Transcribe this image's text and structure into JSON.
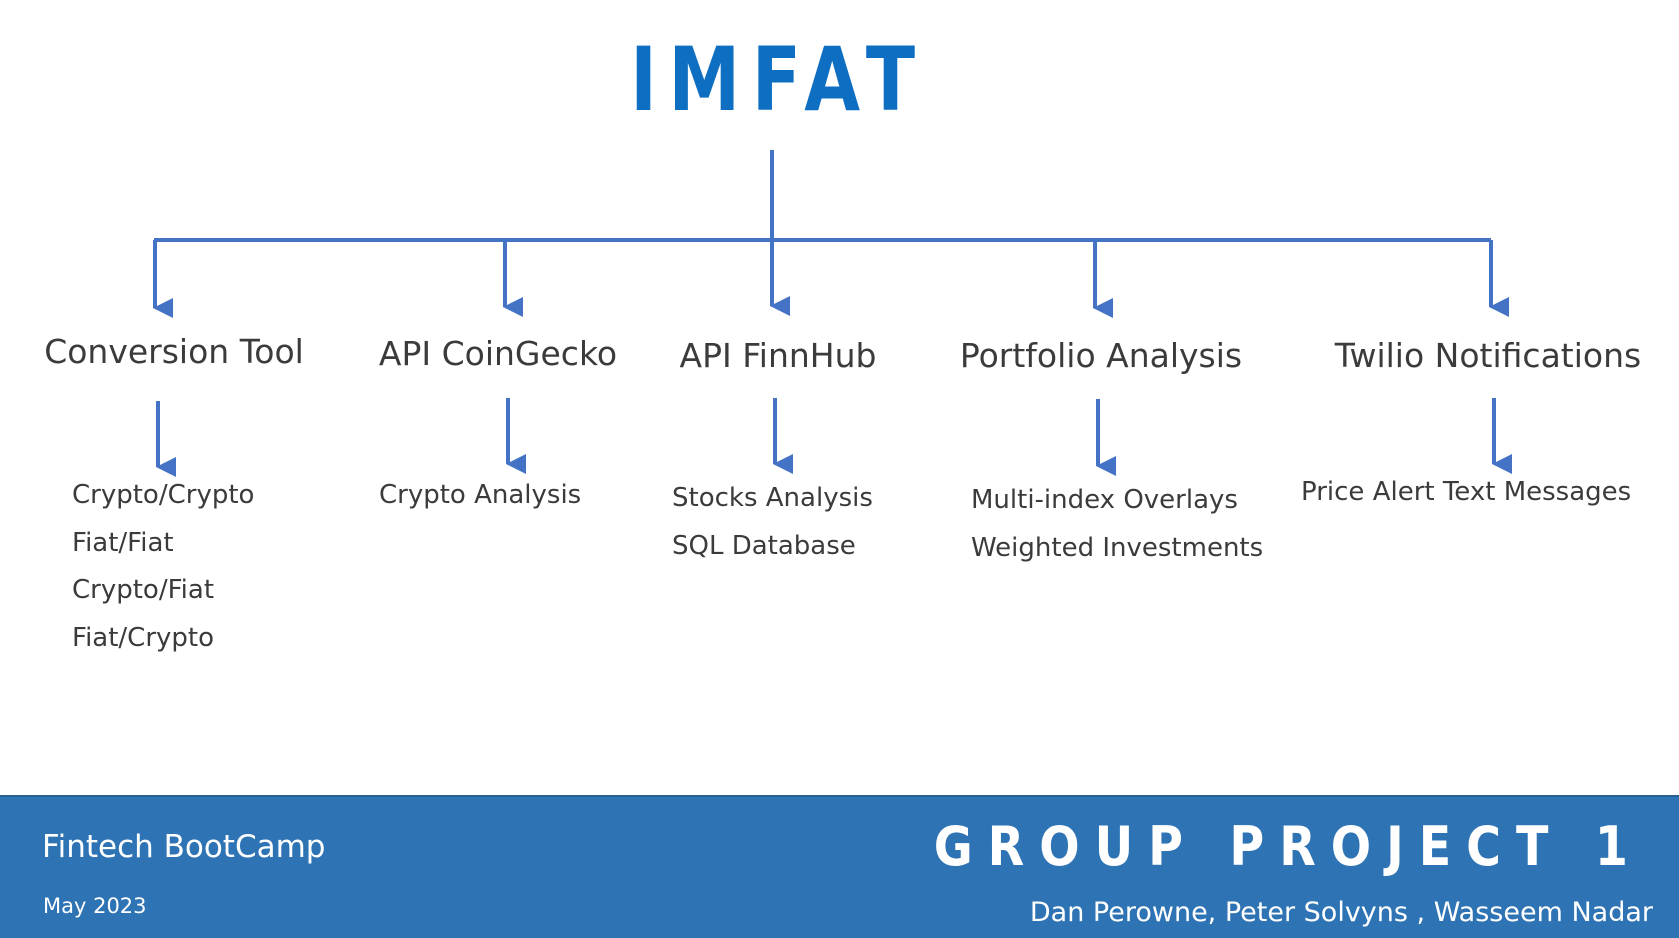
{
  "title": "IMFAT",
  "branches": [
    {
      "label": "Conversion Tool",
      "items": [
        "Crypto/Crypto",
        "Fiat/Fiat",
        "Crypto/Fiat",
        "Fiat/Crypto"
      ]
    },
    {
      "label": "API CoinGecko",
      "items": [
        "Crypto Analysis"
      ]
    },
    {
      "label": "API FinnHub",
      "items": [
        "Stocks Analysis",
        "SQL Database"
      ]
    },
    {
      "label": "Portfolio Analysis",
      "items": [
        "Multi-index Overlays",
        "Weighted Investments"
      ]
    },
    {
      "label": "Twilio Notifications",
      "items": [
        "Price Alert Text Messages"
      ]
    }
  ],
  "footer": {
    "left_title": "Fintech BootCamp",
    "left_date": "May 2023",
    "right_title": "GROUP PROJECT 1",
    "right_names": "Dan Perowne, Peter Solvyns , Wasseem Nadar"
  },
  "colors": {
    "title": "#0d6ec2",
    "connector": "#4472c4",
    "footer_bg": "#2e74b5",
    "text": "#3b3b3b"
  }
}
